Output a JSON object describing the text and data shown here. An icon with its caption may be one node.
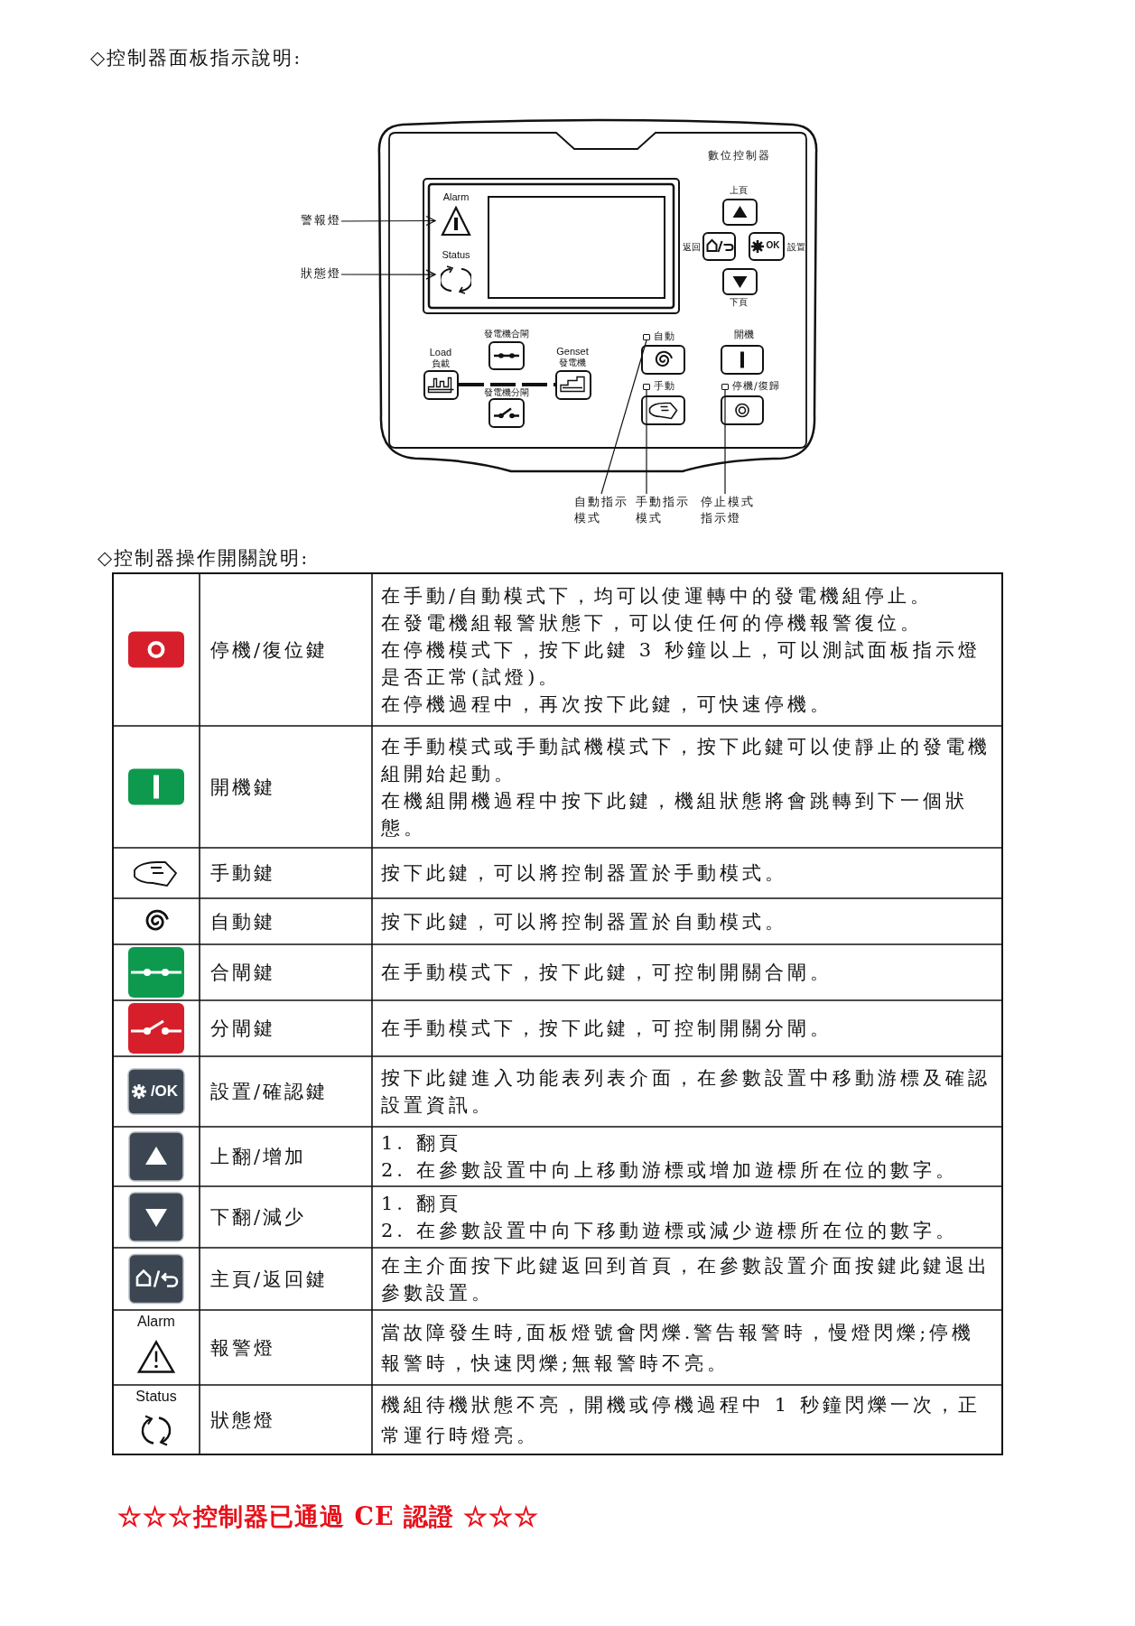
{
  "diagram": {
    "title": "◇控制器面板指示說明:",
    "nodes": [
      {
        "text": [
          "數位控制器"
        ]
      },
      {
        "text": [
          "Alarm"
        ],
        "in": 0
      },
      {
        "text": [
          "Status"
        ],
        "in": 0
      },
      {
        "text": [],
        "shape": "box",
        "beside": [
          "自動"
        ],
        "in": 0
      },
      {
        "text": [],
        "shape": "box",
        "beside": [
          "手動"
        ],
        "in": 0
      },
      {
        "text": [],
        "shape": "box",
        "beside": [
          "停機/復歸"
        ],
        "in": 0
      },
      {
        "text": [
          "警報燈"
        ]
      },
      {
        "text": [
          "狀態燈"
        ]
      },
      {
        "text": [
          "自動指示模式"
        ]
      },
      {
        "text": [
          "手動指示模式"
        ]
      },
      {
        "text": [
          "停止模式指示燈"
        ]
      }
    ],
    "edges": [
      {
        "from": 6,
        "to": 1,
        "arrow": "to"
      },
      {
        "from": 7,
        "to": 2,
        "arrow": "to"
      },
      {
        "from": 8,
        "to": 3,
        "arrow": "none"
      },
      {
        "from": 9,
        "to": 4,
        "arrow": "none"
      },
      {
        "from": 10,
        "to": 5,
        "arrow": "none"
      }
    ],
    "labels": [
      "上頁",
      "返回",
      "OK",
      "設置",
      "下頁",
      "發電機合閘",
      "Load",
      "負載",
      "Genset",
      "發電機",
      "發電機分閘",
      "開機",
      "◇控制器操作開關說明:",
      "停機/復位鍵",
      "在手動/自動模式下，均可以使運轉中的發電機組停止。",
      "在發電機組報警狀態下，可以使任何的停機報警復位。",
      "在停機模式下，按下此鍵 3 秒鐘以上，可以測試面板指示燈是否正常(試燈)。",
      "在停機過程中，再次按下此鍵，可快速停機。",
      "開機鍵",
      "在手動模式或手動試機模式下，按下此鍵可以使靜止的發電機組開始起動。",
      "在機組開機過程中按下此鍵，機組狀態將會跳轉到下一個狀態。",
      "手動鍵",
      "按下此鍵，可以將控制器置於手動模式。",
      "自動鍵",
      "按下此鍵，可以將控制器置於自動模式。",
      "合閘鍵",
      "在手動模式下，按下此鍵，可控制開關合閘。",
      "分閘鍵",
      "在手動模式下，按下此鍵，可控制開關分閘。",
      "/OK",
      "設置/確認鍵",
      "按下此鍵進入功能表列表介面，在參數設置中移動游標及確認設置資訊。",
      "上翻/增加",
      "1.  翻頁",
      "2.  在參數設置中向上移動游標或增加遊標所在位的數字。",
      "下翻/減少",
      "1.  翻頁",
      "2.  在參數設置中向下移動遊標或減少遊標所在位的數字。",
      "主頁/返回鍵",
      "在主介面按下此鍵返回到首頁，在參數設置介面按鍵此鍵退出參數設置。",
      "Alarm",
      "報警燈",
      "當故障發生時,面板燈號會閃爍.警告報警時，慢燈閃爍;停機報警時，快速閃爍;無報警時不亮。",
      "Status",
      "狀態燈",
      "機組待機狀態不亮，開機或停機過程中 1 秒鐘閃爍一次，正常運行時燈亮。"
    ],
    "caption": "☆☆☆控制器已通過 CE 認證 ☆☆☆"
  }
}
